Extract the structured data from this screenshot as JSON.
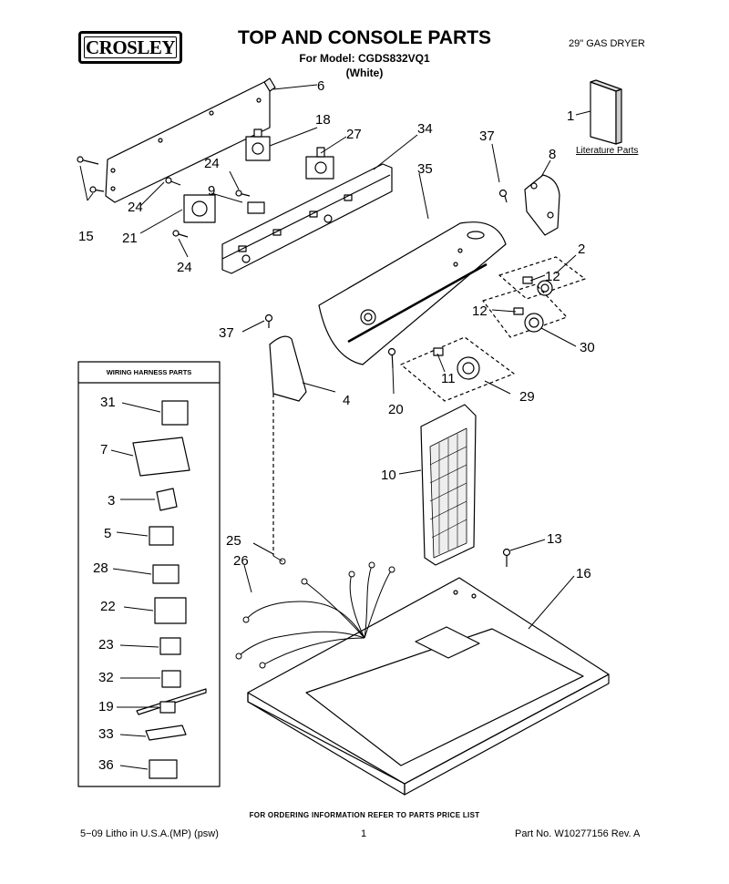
{
  "header": {
    "brand": "CROSLEY",
    "title": "TOP AND CONSOLE PARTS",
    "model_line": "For Model: CGDS832VQ1",
    "color_line": "(White)",
    "appliance_type": "29\" GAS DRYER"
  },
  "literature_label": "Literature Parts",
  "wiring_harness_title": "WIRING HARNESS PARTS",
  "callouts": {
    "c1": "1",
    "c2": "2",
    "c4": "4",
    "c6": "6",
    "c8": "8",
    "c9": "9",
    "c10": "10",
    "c11": "11",
    "c12a": "12",
    "c12b": "12",
    "c13": "13",
    "c15": "15",
    "c16": "16",
    "c18": "18",
    "c20": "20",
    "c21": "21",
    "c24a": "24",
    "c24b": "24",
    "c24c": "24",
    "c25": "25",
    "c26": "26",
    "c27": "27",
    "c29": "29",
    "c30": "30",
    "c34": "34",
    "c35": "35",
    "c37a": "37",
    "c37b": "37",
    "h31": "31",
    "h7": "7",
    "h3": "3",
    "h5": "5",
    "h28": "28",
    "h22": "22",
    "h23": "23",
    "h32": "32",
    "h19": "19",
    "h33": "33",
    "h36": "36"
  },
  "footer": {
    "ordering_note": "FOR ORDERING INFORMATION REFER TO PARTS PRICE LIST",
    "litho": "5−09 Litho in U.S.A.(MP) (psw)",
    "page": "1",
    "part_no": "Part No. W10277156 Rev. A"
  }
}
